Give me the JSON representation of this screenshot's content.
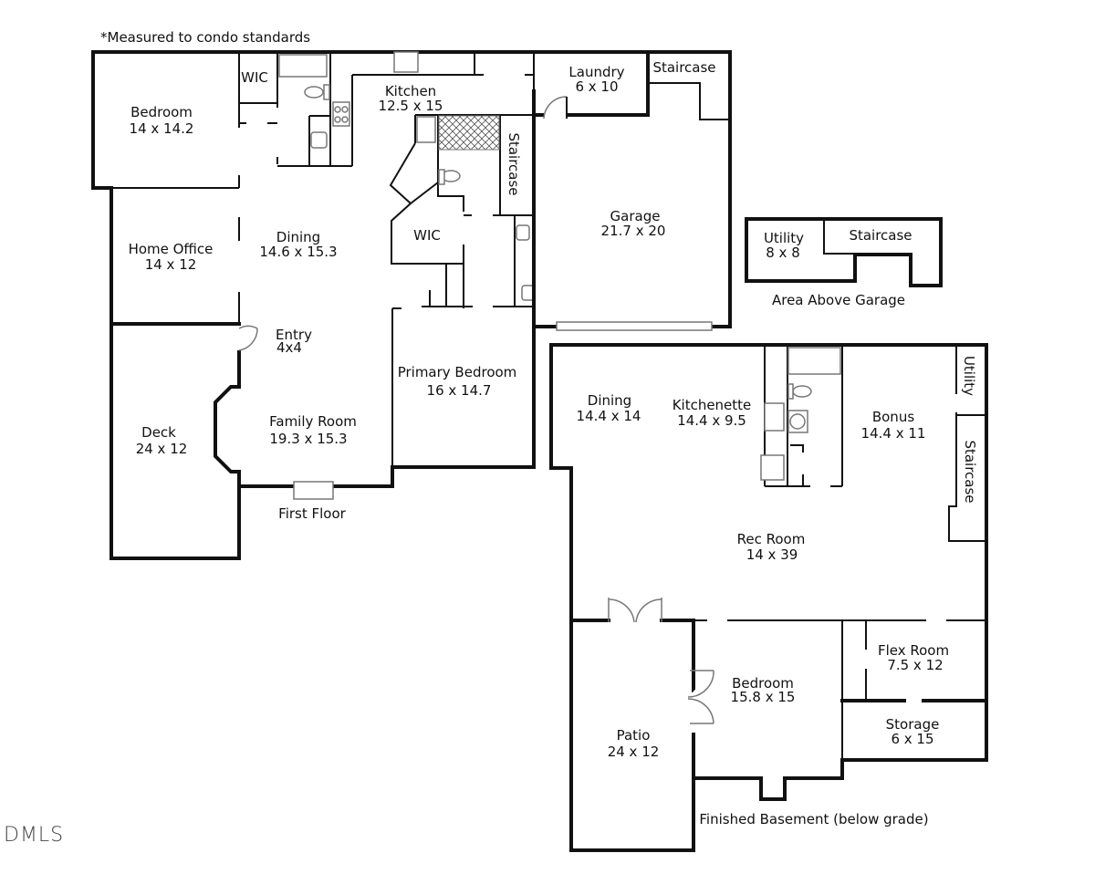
{
  "note": "*Measured to condo standards",
  "watermark": "DMLS",
  "first_floor": {
    "title": "First Floor",
    "rooms": {
      "bedroom": {
        "name": "Bedroom",
        "dims": "14 x 14.2"
      },
      "wic_top": {
        "name": "WIC"
      },
      "kitchen": {
        "name": "Kitchen",
        "dims": "12.5 x 15"
      },
      "laundry": {
        "name": "Laundry",
        "dims": "6 x 10"
      },
      "staircase_top": {
        "name": "Staircase"
      },
      "staircase_mid": {
        "name": "Staircase"
      },
      "home_office": {
        "name": "Home Office",
        "dims": "14 x 12"
      },
      "dining": {
        "name": "Dining",
        "dims": "14.6 x 15.3"
      },
      "wic_mid": {
        "name": "WIC"
      },
      "garage": {
        "name": "Garage",
        "dims": "21.7 x 20"
      },
      "entry": {
        "name": "Entry",
        "dims": "4x4"
      },
      "primary_bedroom": {
        "name": "Primary Bedroom",
        "dims": "16 x 14.7"
      },
      "deck": {
        "name": "Deck",
        "dims": "24 x 12"
      },
      "family_room": {
        "name": "Family Room",
        "dims": "19.3 x 15.3"
      }
    }
  },
  "above_garage": {
    "title": "Area Above Garage",
    "rooms": {
      "utility": {
        "name": "Utility",
        "dims": "8 x 8"
      },
      "staircase": {
        "name": "Staircase"
      }
    }
  },
  "basement": {
    "title": "Finished Basement (below grade)",
    "rooms": {
      "dining": {
        "name": "Dining",
        "dims": "14.4 x 14"
      },
      "kitchenette": {
        "name": "Kitchenette",
        "dims": "14.4 x 9.5"
      },
      "bonus": {
        "name": "Bonus",
        "dims": "14.4 x 11"
      },
      "utility": {
        "name": "Utility"
      },
      "staircase": {
        "name": "Staircase"
      },
      "rec_room": {
        "name": "Rec Room",
        "dims": "14 x 39"
      },
      "flex_room": {
        "name": "Flex Room",
        "dims": "7.5 x 12"
      },
      "bedroom": {
        "name": "Bedroom",
        "dims": "15.8 x 15"
      },
      "storage": {
        "name": "Storage",
        "dims": "6 x 15"
      },
      "patio": {
        "name": "Patio",
        "dims": "24 x 12"
      }
    }
  }
}
